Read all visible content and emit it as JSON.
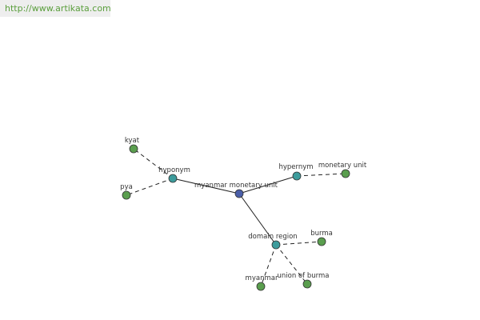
{
  "source_link": {
    "text": "http://www.artikata.com"
  },
  "colors": {
    "center_node": "#4a5ea8",
    "relation_node": "#3d9c9c",
    "term_node": "#5a9e4e",
    "link_text": "#5a9e3c"
  },
  "graph": {
    "center": {
      "id": "center",
      "label": "myanmar monetary unit"
    },
    "relations": [
      {
        "id": "hyponym",
        "label": "hyponym"
      },
      {
        "id": "hypernym",
        "label": "hypernym"
      },
      {
        "id": "domain",
        "label": "domain region"
      }
    ],
    "terms": [
      {
        "id": "kyat",
        "label": "kyat",
        "relation": "hyponym"
      },
      {
        "id": "pya",
        "label": "pya",
        "relation": "hyponym"
      },
      {
        "id": "monetary-unit",
        "label": "monetary unit",
        "relation": "hypernym"
      },
      {
        "id": "burma",
        "label": "burma",
        "relation": "domain"
      },
      {
        "id": "myanmar",
        "label": "myanmar",
        "relation": "domain"
      },
      {
        "id": "union-of-burma",
        "label": "union of burma",
        "relation": "domain"
      }
    ]
  }
}
